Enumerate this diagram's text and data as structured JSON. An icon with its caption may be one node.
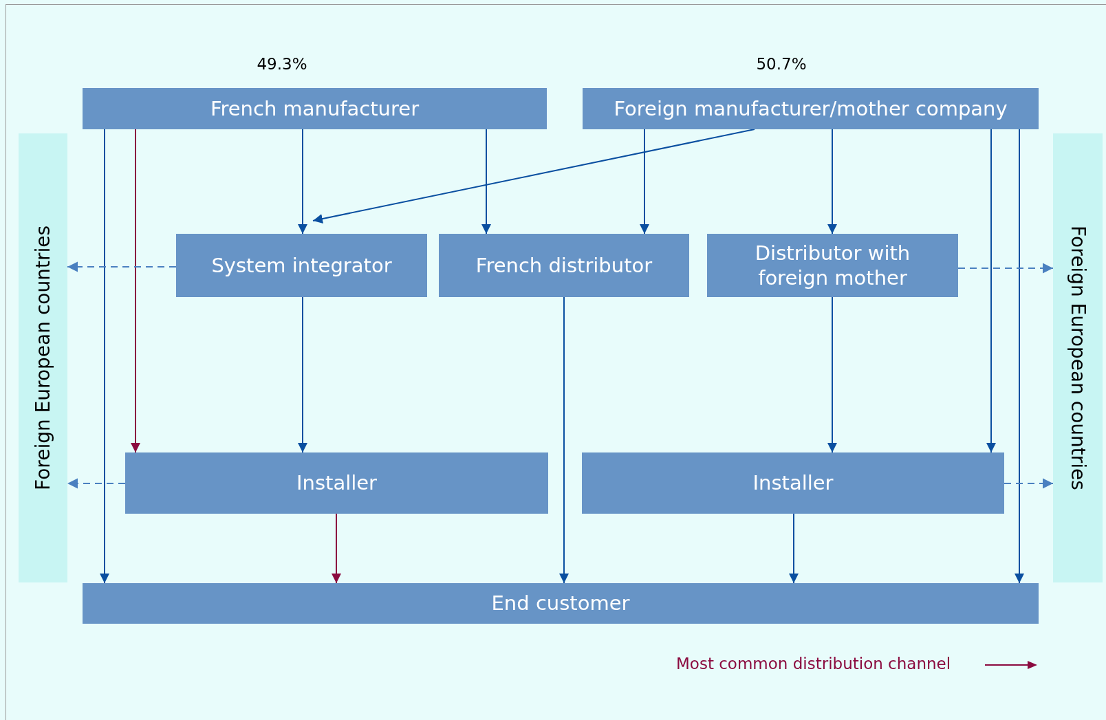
{
  "diagram": {
    "nodes": [
      {
        "text": [
          "French manufacturer"
        ]
      },
      {
        "text": [
          "Foreign manufacturer/mother company"
        ]
      },
      {
        "text": [
          "Foreign European countries"
        ]
      },
      {
        "text": [
          "Foreign European countries"
        ]
      },
      {
        "text": [
          "System integrator"
        ]
      },
      {
        "text": [
          "French distributor"
        ]
      },
      {
        "text": [
          "Distributor with foreign mother"
        ]
      },
      {
        "text": [
          "Installer"
        ]
      },
      {
        "text": [
          "Installer"
        ]
      },
      {
        "text": [
          "End customer"
        ]
      }
    ],
    "edges": [
      {
        "from": 0,
        "to": 9,
        "arrow": "to"
      },
      {
        "from": 0,
        "to": 7,
        "arrow": "to",
        "color": "#8b0a3f"
      },
      {
        "from": 0,
        "to": 4,
        "arrow": "to"
      },
      {
        "from": 0,
        "to": 5,
        "arrow": "to"
      },
      {
        "from": 1,
        "to": 4,
        "arrow": "to"
      },
      {
        "from": 1,
        "to": 5,
        "arrow": "to"
      },
      {
        "from": 1,
        "to": 6,
        "arrow": "to"
      },
      {
        "from": 1,
        "to": 8,
        "arrow": "to"
      },
      {
        "from": 1,
        "to": 9,
        "arrow": "to"
      },
      {
        "from": 4,
        "to": 2,
        "arrow": "to",
        "style": "dashed",
        "color": "#4a80c0"
      },
      {
        "from": 6,
        "to": 3,
        "arrow": "to",
        "style": "dashed",
        "color": "#4a80c0"
      },
      {
        "from": 4,
        "to": 7,
        "arrow": "to"
      },
      {
        "from": 5,
        "to": 9,
        "arrow": "to"
      },
      {
        "from": 6,
        "to": 8,
        "arrow": "to"
      },
      {
        "from": 7,
        "to": 2,
        "arrow": "to",
        "style": "dashed",
        "color": "#4a80c0"
      },
      {
        "from": 8,
        "to": 3,
        "arrow": "to",
        "style": "dashed",
        "color": "#4a80c0"
      },
      {
        "from": 7,
        "to": 9,
        "arrow": "to",
        "color": "#8b0a3f"
      },
      {
        "from": 8,
        "to": 9,
        "arrow": "to"
      }
    ],
    "labels": [
      "49.3%",
      "50.7%"
    ],
    "legend": [
      {
        "text": "Most common distribution channel"
      }
    ]
  }
}
